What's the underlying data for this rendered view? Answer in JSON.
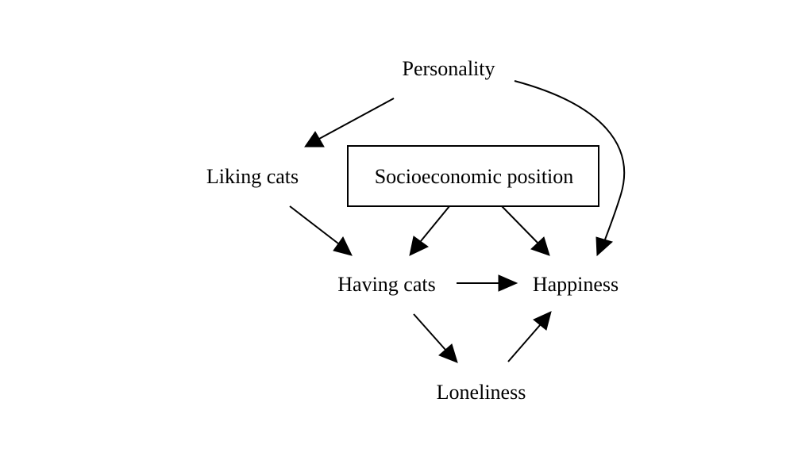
{
  "diagram": {
    "nodes": {
      "personality": "Personality",
      "liking_cats": "Liking cats",
      "socioeconomic_position": "Socioeconomic position",
      "having_cats": "Having cats",
      "happiness": "Happiness",
      "loneliness": "Loneliness"
    },
    "edges": [
      {
        "from": "Personality",
        "to": "Liking cats"
      },
      {
        "from": "Personality",
        "to": "Happiness"
      },
      {
        "from": "Liking cats",
        "to": "Having cats"
      },
      {
        "from": "Socioeconomic position",
        "to": "Having cats"
      },
      {
        "from": "Socioeconomic position",
        "to": "Happiness"
      },
      {
        "from": "Having cats",
        "to": "Happiness"
      },
      {
        "from": "Having cats",
        "to": "Loneliness"
      },
      {
        "from": "Loneliness",
        "to": "Happiness"
      }
    ]
  }
}
